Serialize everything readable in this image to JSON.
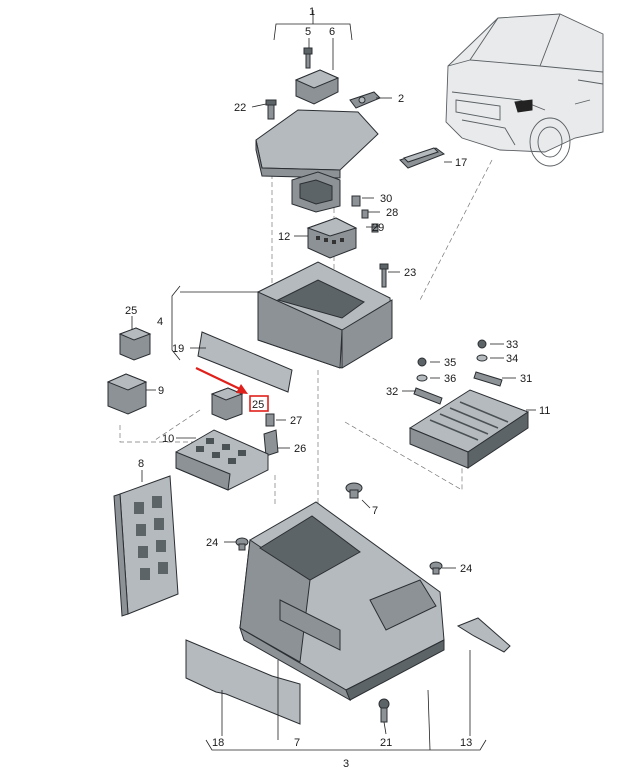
{
  "diagram": {
    "highlight_color": "#e0201b",
    "part_color": "#8c9296",
    "labels": {
      "n1": "1",
      "n2": "2",
      "n3": "3",
      "n4": "4",
      "n5": "5",
      "n6": "6",
      "n7a": "7",
      "n7b": "7",
      "n8": "8",
      "n9": "9",
      "n10": "10",
      "n11": "11",
      "n12": "12",
      "n13": "13",
      "n17": "17",
      "n18": "18",
      "n19": "19",
      "n21": "21",
      "n22": "22",
      "n23": "23",
      "n24a": "24",
      "n24b": "24",
      "n25a": "25",
      "n25b": "25",
      "n26": "26",
      "n27": "27",
      "n28": "28",
      "n29": "29",
      "n30": "30",
      "n31": "31",
      "n32": "32",
      "n33": "33",
      "n34": "34",
      "n35": "35",
      "n36": "36"
    }
  }
}
